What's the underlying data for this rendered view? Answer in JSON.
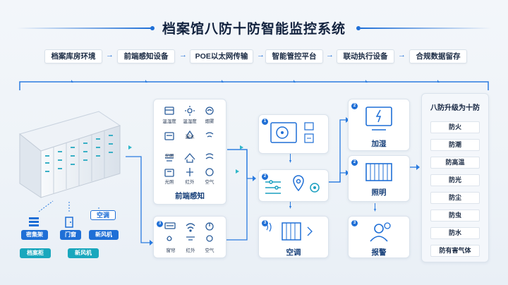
{
  "title": "档案馆八防十防智能监控系统",
  "flow": [
    "档案库房环境",
    "前端感知设备",
    "POE以太网传输",
    "智能管控平台",
    "联动执行设备",
    "合规数据留存"
  ],
  "left": {
    "items": [
      "密集架",
      "门窗",
      "新风机"
    ],
    "top_box": "空调",
    "badges": [
      "档案柜",
      "新风机"
    ]
  },
  "sensors": {
    "labels": [
      "温湿度",
      "温湿度",
      "烟雾",
      "光照",
      "漏水",
      "光照",
      "光照",
      "红外",
      "空气"
    ],
    "title": "前端感知",
    "lower_labels": [
      "窗帘",
      "红外",
      "空气"
    ]
  },
  "platform": {
    "num1": "1",
    "num2": "2",
    "num3": "3",
    "ac_label": "空调"
  },
  "linkage": {
    "num1": "2",
    "num2": "2",
    "num3": "3",
    "humid": "加湿",
    "light": "照明",
    "alarm": "报警"
  },
  "side": {
    "title": "八防升级为十防",
    "items": [
      "防火",
      "防潮",
      "防高温",
      "防光",
      "防尘",
      "防虫",
      "防水",
      "防有害气体"
    ]
  }
}
